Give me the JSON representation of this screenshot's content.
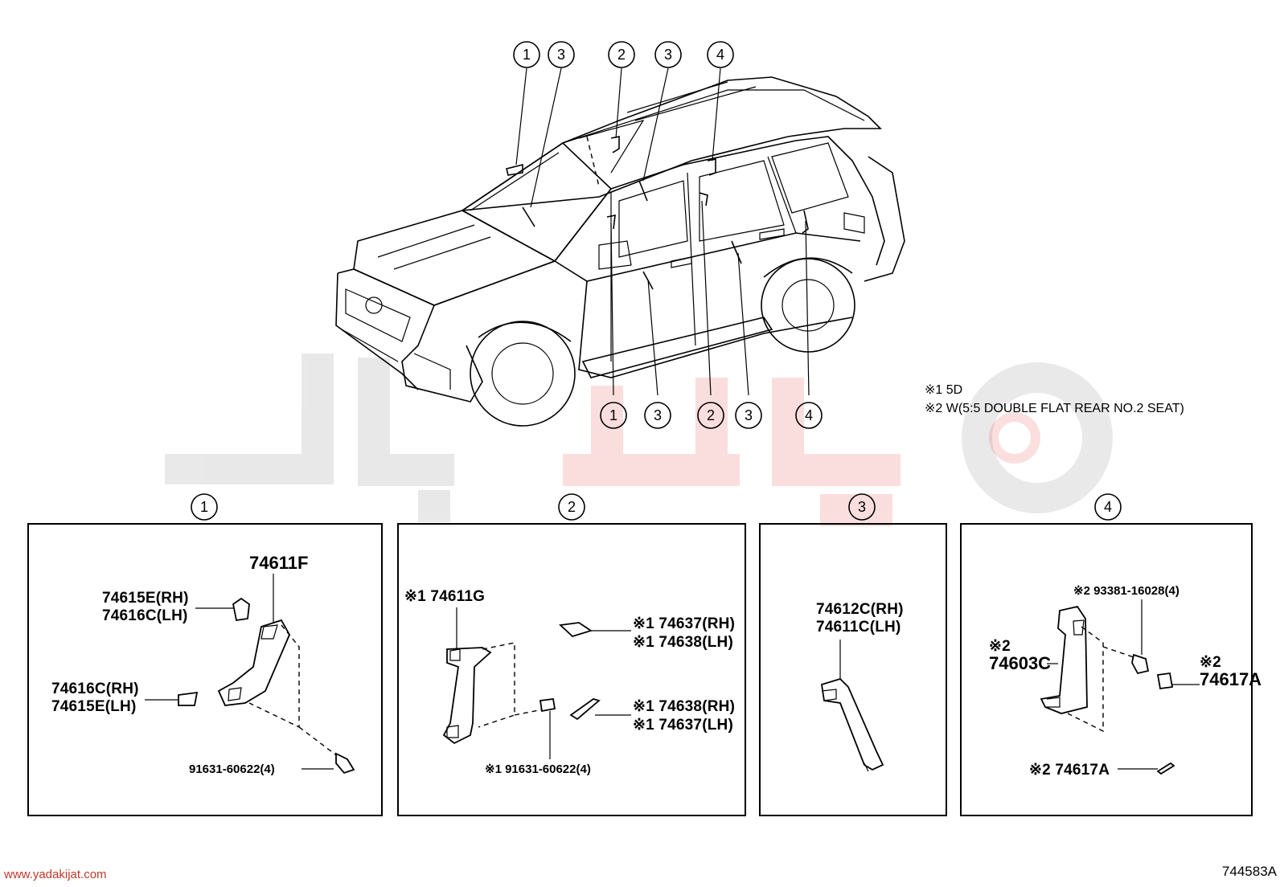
{
  "callouts_top": [
    "1",
    "3",
    "2",
    "3",
    "4"
  ],
  "callouts_bottom": [
    "1",
    "3",
    "2",
    "3",
    "4"
  ],
  "notes": [
    "※1 5D",
    "※2 W(5:5 DOUBLE FLAT REAR NO.2 SEAT)"
  ],
  "sections": [
    {
      "number": "1",
      "labels": {
        "main": "74611F",
        "cap_a1": "74615E(RH)",
        "cap_a2": "74616C(LH)",
        "cap_b1": "74616C(RH)",
        "cap_b2": "74615E(LH)",
        "bolt": "91631-60622(4)"
      }
    },
    {
      "number": "2",
      "labels": {
        "main": "※1 74611G",
        "cap_a1": "※1 74637(RH)",
        "cap_a2": "※1 74638(LH)",
        "cap_b1": "※1 74638(RH)",
        "cap_b2": "※1 74637(LH)",
        "bolt": "※1 91631-60622(4)"
      }
    },
    {
      "number": "3",
      "labels": {
        "main1": "74612C(RH)",
        "main2": "74611C(LH)"
      }
    },
    {
      "number": "4",
      "labels": {
        "screw": "※2 93381-16028(4)",
        "main_mark": "※2",
        "main": "74603C",
        "cap_mark": "※2",
        "cap": "74617A",
        "cap2": "※2 74617A"
      }
    }
  ],
  "watermark_url": "www.yadakijat.com",
  "diagram_code": "744583A"
}
